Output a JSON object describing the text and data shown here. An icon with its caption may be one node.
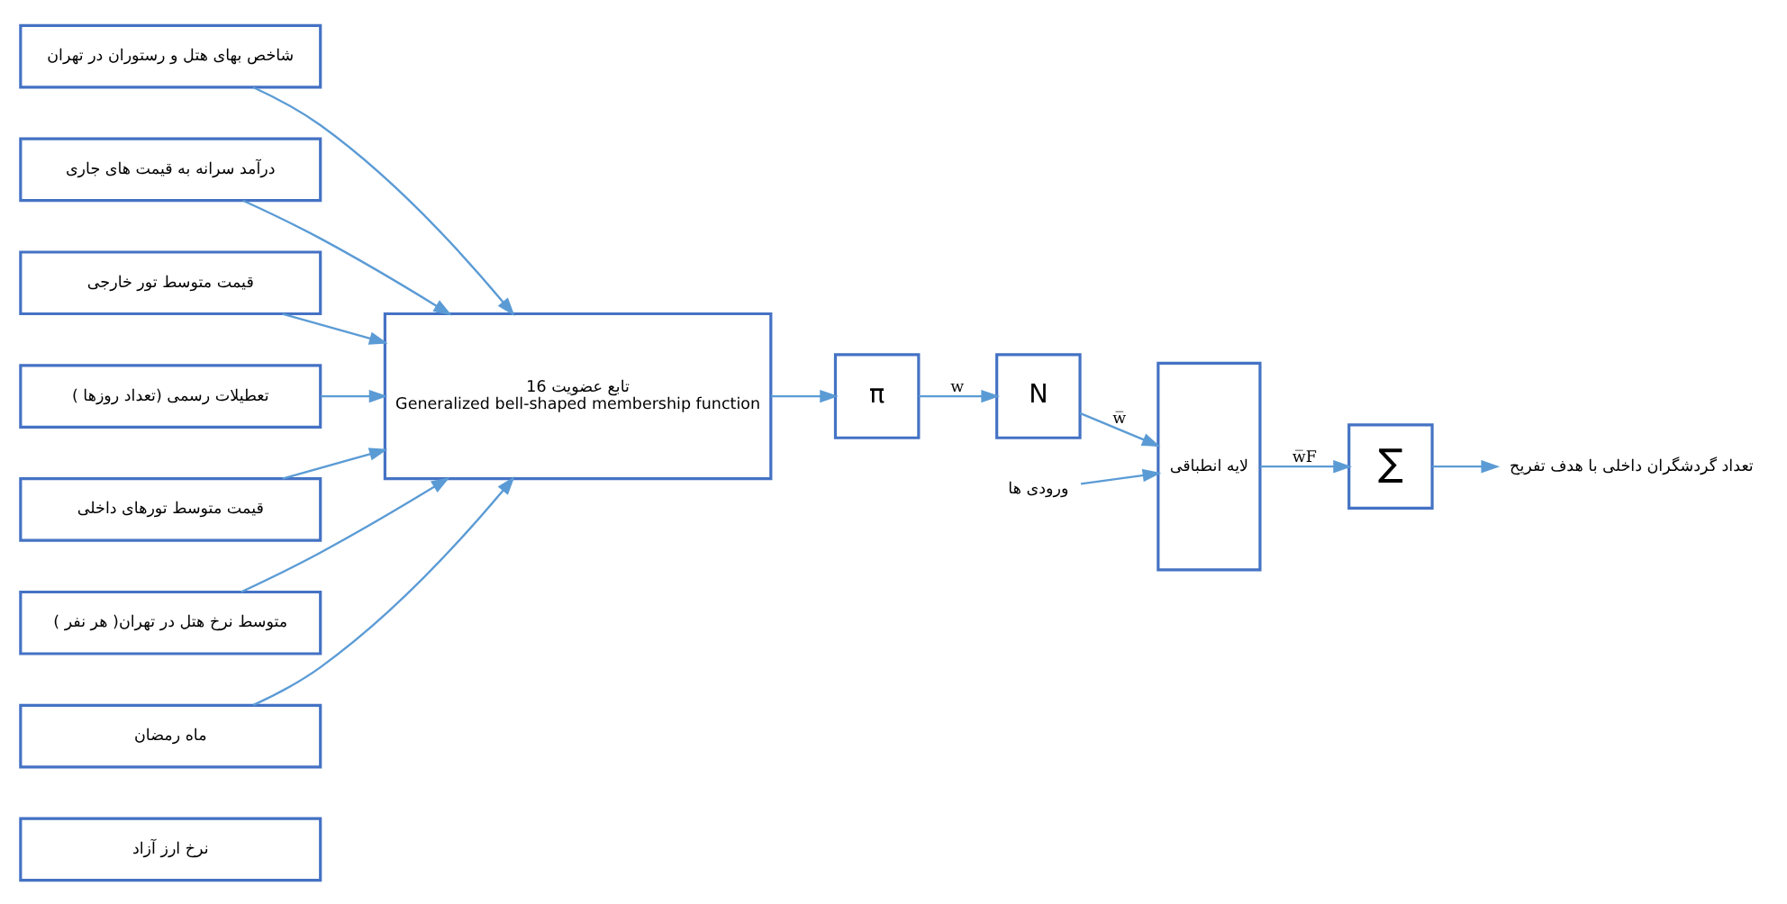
{
  "diagram": {
    "nodes": [
      {
        "text": [
          "شاخص بهای هتل و رستوران در تهران"
        ]
      },
      {
        "text": [
          "درآمد سرانه به قیمت های جاری"
        ]
      },
      {
        "text": [
          "قیمت متوسط تور خارجی"
        ]
      },
      {
        "text": [
          "تعطیلات رسمی (تعداد روزها )"
        ]
      },
      {
        "text": [
          "قیمت متوسط تورهای داخلی"
        ]
      },
      {
        "text": [
          "متوسط نرخ هتل در تهران( هر نفر )"
        ]
      },
      {
        "text": [
          "ماه رمضان"
        ]
      },
      {
        "text": [
          "نرخ ارز آزاد"
        ]
      },
      {
        "text": [
          "16 تابع عضویت",
          "Generalized bell-shaped membership function"
        ]
      },
      {
        "text": [
          "π"
        ]
      },
      {
        "text": [
          "N"
        ]
      },
      {
        "text": [
          "لایه انطباقی"
        ]
      },
      {
        "text": [
          "∑"
        ]
      },
      {
        "text": [
          "تعداد گردشگران داخلی با هدف تفریح"
        ]
      },
      {
        "text": [
          "ورودی ها"
        ]
      }
    ],
    "edges": [
      {
        "from": 0,
        "to": 8,
        "arrow": "to"
      },
      {
        "from": 1,
        "to": 8,
        "arrow": "to"
      },
      {
        "from": 2,
        "to": 8,
        "arrow": "to"
      },
      {
        "from": 3,
        "to": 8,
        "arrow": "to"
      },
      {
        "from": 4,
        "to": 8,
        "arrow": "to"
      },
      {
        "from": 5,
        "to": 8,
        "arrow": "to"
      },
      {
        "from": 6,
        "to": 8,
        "arrow": "to"
      },
      {
        "from": 8,
        "to": 9,
        "arrow": "to"
      },
      {
        "from": 9,
        "to": 10,
        "arrow": "to",
        "label": "w"
      },
      {
        "from": 10,
        "to": 11,
        "arrow": "to",
        "label": "w̅"
      },
      {
        "from": 14,
        "to": 11,
        "arrow": "to"
      },
      {
        "from": 11,
        "to": 12,
        "arrow": "to",
        "label": "w̅F"
      },
      {
        "from": 12,
        "to": 13,
        "arrow": "to"
      }
    ]
  }
}
